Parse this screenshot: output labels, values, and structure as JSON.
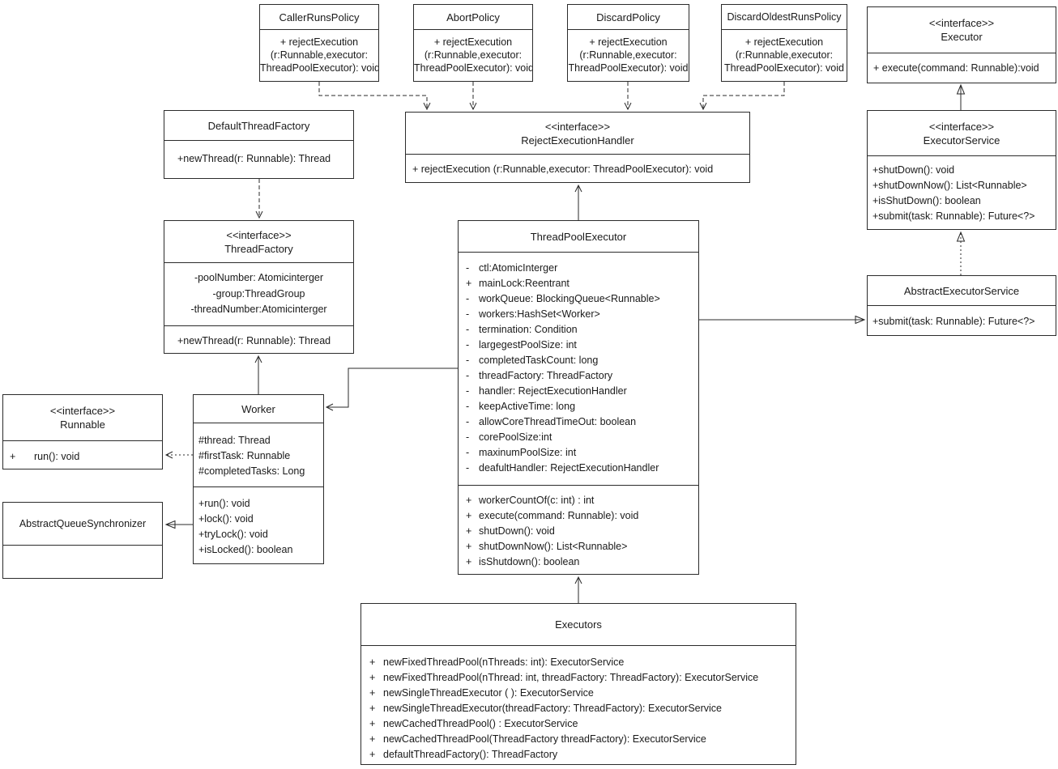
{
  "classes": {
    "caller_runs_policy": {
      "name": "CallerRunsPolicy",
      "lines": [
        "+ rejectExecution",
        "(r:Runnable,executor:",
        "ThreadPoolExecutor): void"
      ]
    },
    "abort_policy": {
      "name": "AbortPolicy",
      "lines": [
        "+ rejectExecution",
        "(r:Runnable,executor:",
        "ThreadPoolExecutor): void"
      ]
    },
    "discard_policy": {
      "name": "DiscardPolicy",
      "lines": [
        "+ rejectExecution",
        "(r:Runnable,executor:",
        "ThreadPoolExecutor): void"
      ]
    },
    "discard_oldest_runs_policy": {
      "name": "DiscardOldestRunsPolicy",
      "lines": [
        "+ rejectExecution",
        "(r:Runnable,executor:",
        "ThreadPoolExecutor): void"
      ]
    },
    "executor": {
      "stereotype": "<<interface>>",
      "name": "Executor",
      "methods": [
        "+ execute(command: Runnable):void"
      ]
    },
    "default_thread_factory": {
      "name": "DefaultThreadFactory",
      "methods": [
        "+newThread(r: Runnable): Thread"
      ]
    },
    "reject_execution_handler": {
      "stereotype": "<<interface>>",
      "name": "RejectExecutionHandler",
      "methods": [
        "+ rejectExecution (r:Runnable,executor: ThreadPoolExecutor): void"
      ]
    },
    "executor_service": {
      "stereotype": "<<interface>>",
      "name": "ExecutorService",
      "methods": [
        "+shutDown(): void",
        "+shutDownNow(): List<Runnable>",
        "+isShutDown(): boolean",
        "+submit(task: Runnable): Future<?>"
      ]
    },
    "thread_factory": {
      "stereotype": "<<interface>>",
      "name": "ThreadFactory",
      "attributes": [
        "-poolNumber: Atomicinterger",
        "-group:ThreadGroup",
        "-threadNumber:Atomicinterger"
      ],
      "methods": [
        "+newThread(r: Runnable): Thread"
      ]
    },
    "abstract_executor_service": {
      "name": "AbstractExecutorService",
      "methods": [
        "+submit(task: Runnable): Future<?>"
      ]
    },
    "thread_pool_executor": {
      "name": "ThreadPoolExecutor",
      "attributes": [
        {
          "v": "-",
          "t": "ctl:AtomicInterger"
        },
        {
          "v": "+",
          "t": "mainLock:Reentrant"
        },
        {
          "v": "-",
          "t": "workQueue: BlockingQueue<Runnable>"
        },
        {
          "v": "-",
          "t": "workers:HashSet<Worker>"
        },
        {
          "v": "-",
          "t": "termination: Condition"
        },
        {
          "v": "-",
          "t": "largegestPoolSize: int"
        },
        {
          "v": "-",
          "t": "completedTaskCount: long"
        },
        {
          "v": "-",
          "t": "threadFactory: ThreadFactory"
        },
        {
          "v": "-",
          "t": "handler: RejectExecutionHandler"
        },
        {
          "v": "-",
          "t": "keepActiveTime: long"
        },
        {
          "v": "-",
          "t": "allowCoreThreadTimeOut: boolean"
        },
        {
          "v": "-",
          "t": "corePoolSize:int"
        },
        {
          "v": "-",
          "t": "maxinumPoolSize: int"
        },
        {
          "v": "-",
          "t": "deafultHandler: RejectExecutionHandler"
        }
      ],
      "methods": [
        {
          "v": "+",
          "t": "workerCountOf(c: int) : int"
        },
        {
          "v": "+",
          "t": "execute(command: Runnable): void"
        },
        {
          "v": "+",
          "t": "shutDown(): void"
        },
        {
          "v": "+",
          "t": "shutDownNow(): List<Runnable>"
        },
        {
          "v": "+",
          "t": "isShutdown(): boolean"
        }
      ]
    },
    "runnable": {
      "stereotype": "<<interface>>",
      "name": "Runnable",
      "methods": [
        {
          "v": "+",
          "t": "run(): void"
        }
      ]
    },
    "worker": {
      "name": "Worker",
      "attributes": [
        "#thread: Thread",
        "#firstTask: Runnable",
        "#completedTasks: Long"
      ],
      "methods": [
        "+run(): void",
        "+lock(): void",
        "+tryLock(): void",
        "+isLocked(): boolean"
      ]
    },
    "abstract_queue_synchronizer": {
      "name": "AbstractQueueSynchronizer"
    },
    "executors": {
      "name": "Executors",
      "methods": [
        {
          "v": "+",
          "t": "newFixedThreadPool(nThreads: int): ExecutorService"
        },
        {
          "v": "+",
          "t": "newFixedThreadPool(nThread: int, threadFactory: ThreadFactory): ExecutorService"
        },
        {
          "v": "+",
          "t": "newSingleThreadExecutor ( ): ExecutorService"
        },
        {
          "v": "+",
          "t": "newSingleThreadExecutor(threadFactory: ThreadFactory): ExecutorService"
        },
        {
          "v": "+",
          "t": "newCachedThreadPool() : ExecutorService"
        },
        {
          "v": "+",
          "t": "newCachedThreadPool(ThreadFactory threadFactory): ExecutorService"
        },
        {
          "v": "+",
          "t": "defaultThreadFactory(): ThreadFactory"
        }
      ]
    }
  }
}
